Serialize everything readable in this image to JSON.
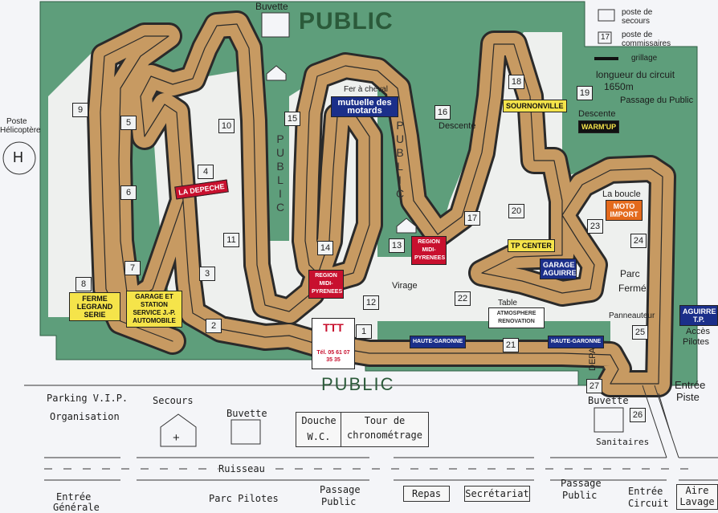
{
  "header": {
    "buvette_top": "Buvette",
    "public_top": "PUBLIC",
    "public_bottom": "PUBLIC"
  },
  "legend": {
    "poste_secours": "poste de secours",
    "poste_commissaires_num": "17",
    "poste_commissaires": "poste de commissaires",
    "grillage": "grillage",
    "longueur": "longueur du circuit",
    "longueur_value": "1650m"
  },
  "labels": {
    "passage_public": "Passage du Public",
    "descente_1": "Descente",
    "descente_2": "Descente",
    "warm_up": "WARM'UP",
    "la_boucle": "La boucle",
    "parc_ferme_1": "Parc",
    "parc_ferme_2": "Fermé",
    "panneauteur": "Panneauteur",
    "acces_pilotes_1": "Accès",
    "acces_pilotes_2": "Pilotes",
    "entree_piste_1": "Entrée",
    "entree_piste_2": "Piste",
    "depart": "DEPART",
    "virage": "Virage",
    "table": "Table",
    "poste_helicoptere_1": "Poste",
    "poste_helicoptere_2": "Hélicoptère",
    "helipad": "H",
    "public_vert_left": "PUBLIC",
    "public_vert_mid": "PUBLIC",
    "fer_a_cheval": "Fer à cheval"
  },
  "posts": [
    "1",
    "2",
    "3",
    "4",
    "5",
    "6",
    "7",
    "8",
    "9",
    "10",
    "11",
    "12",
    "13",
    "14",
    "15",
    "16",
    "17",
    "18",
    "19",
    "20",
    "21",
    "22",
    "23",
    "24",
    "25",
    "26",
    "27"
  ],
  "sponsors": {
    "ferme": "FERME LEGRAND SERIE",
    "garage_jp": "GARAGE ET STATION SERVICE J.-P. AUTOMOBILE",
    "depeche": "LA DEPECHE",
    "mutuelle": "mutuelle des motards",
    "sournonville": "SOURNONVILLE",
    "tp_center": "TP CENTER",
    "garage_aguirre": "GARAGE AGUIRRE",
    "moto_import": "MOTO IMPORT",
    "aguirre_tp": "AGUIRRE T.P.",
    "region_1": "REGION MIDI-PYRENEES",
    "region_2": "REGION MIDI-PYRENEES",
    "haute_garonne_1": "HAUTE-GARONNE",
    "haute_garonne_2": "HAUTE-GARONNE",
    "atmosphere": "ATMOSPHERE RENOVATION",
    "ttt": "TTT",
    "ttt_tel": "Tél. 05 61 07 35 35"
  },
  "facilities": {
    "parking_vip": "Parking V.I.P.",
    "organisation": "Organisation",
    "secours": "Secours",
    "buvette_bottom": "Buvette",
    "douche": "Douche",
    "wc": "W.C.",
    "tour_1": "Tour de",
    "tour_2": "chronométrage",
    "buvette_right": "Buvette",
    "sanitaires": "Sanitaires",
    "ruisseau": "Ruisseau",
    "entree_generale_1": "Entrée",
    "entree_generale_2": "Générale",
    "parc_pilotes": "Parc Pilotes",
    "passage_public_1_a": "Passage",
    "passage_public_1_b": "Public",
    "repas": "Repas",
    "secretariat": "Secrétariat",
    "passage_public_2_a": "Passage",
    "passage_public_2_b": "Public",
    "entree_circuit_1": "Entrée",
    "entree_circuit_2": "Circuit",
    "aire_lavage_1": "Aire",
    "aire_lavage_2": "Lavage",
    "plus": "+"
  },
  "colors": {
    "grass": "#5e9e7b",
    "track": "#c79a62",
    "track_edge": "#2a2a2a",
    "paper": "#f4f5f8",
    "title": "#2b5a3a"
  }
}
